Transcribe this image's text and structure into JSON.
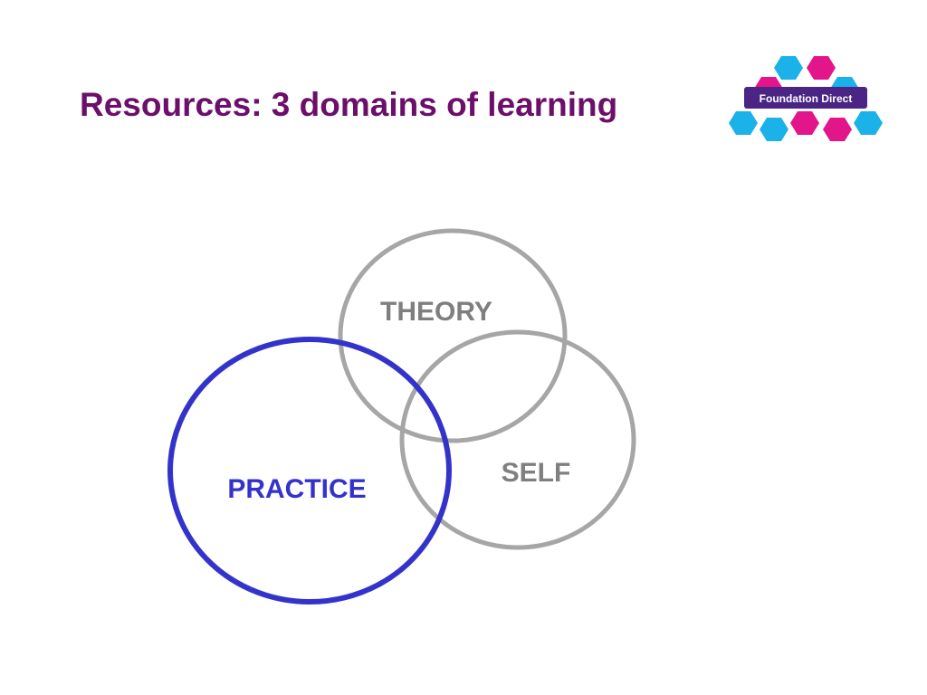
{
  "slide": {
    "title": "Resources: 3 domains of learning"
  },
  "logo": {
    "text": "Foundation Direct"
  },
  "diagram": {
    "circles": [
      {
        "label": "THEORY",
        "color": "#a6a6a6"
      },
      {
        "label": "SELF",
        "color": "#a6a6a6"
      },
      {
        "label": "PRACTICE",
        "color": "#3333cc"
      }
    ]
  },
  "colors": {
    "title": "#6b0f6b",
    "logo_cyan": "#1ab2e8",
    "logo_magenta": "#e2168a",
    "logo_banner": "#4a2585"
  }
}
